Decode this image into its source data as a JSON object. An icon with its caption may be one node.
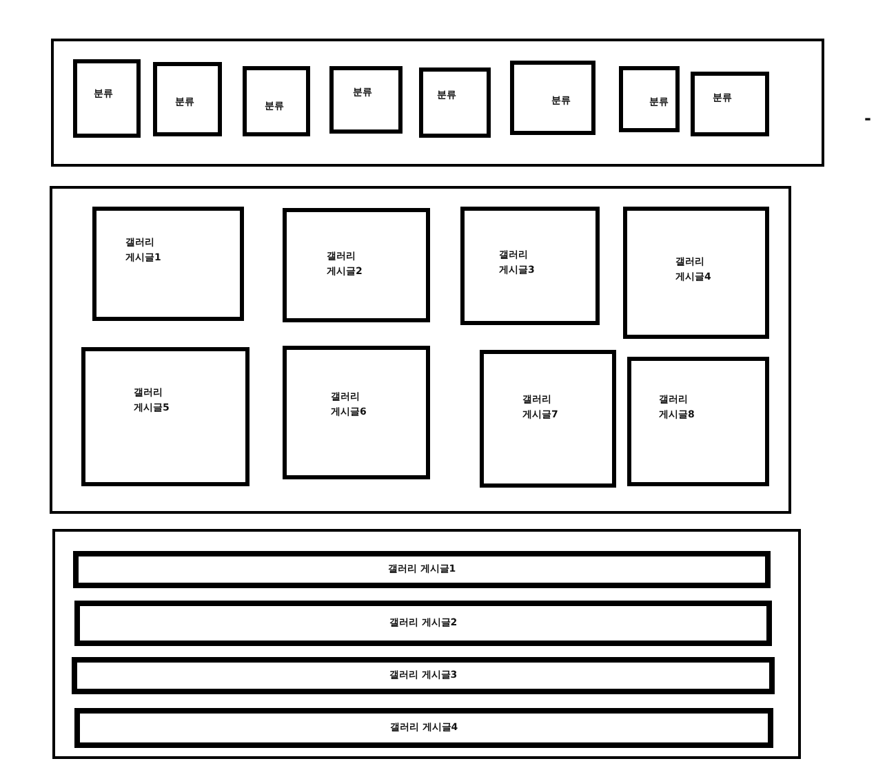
{
  "diagram": {
    "nodes": [
      {
        "text": [],
        "shape": "box"
      },
      {
        "text": [
          "분류"
        ],
        "in": 0
      },
      {
        "text": [
          "분류"
        ],
        "in": 0
      },
      {
        "text": [
          "분류"
        ],
        "in": 0
      },
      {
        "text": [
          "분류"
        ],
        "in": 0
      },
      {
        "text": [
          "분류"
        ],
        "in": 0
      },
      {
        "text": [
          "분류"
        ],
        "in": 0
      },
      {
        "text": [
          "분류"
        ],
        "in": 0
      },
      {
        "text": [
          "분류"
        ],
        "in": 0
      },
      {
        "text": [],
        "shape": "box"
      },
      {
        "text": [
          "갤러리 게시글1"
        ],
        "in": 9
      },
      {
        "text": [
          "갤러리 게시글2"
        ],
        "in": 9
      },
      {
        "text": [
          "갤러리 게시글3"
        ],
        "in": 9
      },
      {
        "text": [
          "갤러리 게시글4"
        ],
        "in": 9
      },
      {
        "text": [
          "갤러리 게시글5"
        ],
        "in": 9
      },
      {
        "text": [
          "갤러리 게시글6"
        ],
        "in": 9
      },
      {
        "text": [
          "갤러리 게시글7"
        ],
        "in": 9
      },
      {
        "text": [
          "갤러리 게시글8"
        ],
        "in": 9
      },
      {
        "text": [],
        "shape": "box"
      },
      {
        "text": [
          "갤러리 게시글1"
        ],
        "in": 18
      },
      {
        "text": [
          "갤러리 게시글2"
        ],
        "in": 18
      },
      {
        "text": [
          "갤러리 게시글3"
        ],
        "in": 18
      },
      {
        "text": [
          "갤러리 게시글4"
        ],
        "in": 18
      }
    ],
    "edges": [],
    "labels": [
      "-"
    ]
  }
}
